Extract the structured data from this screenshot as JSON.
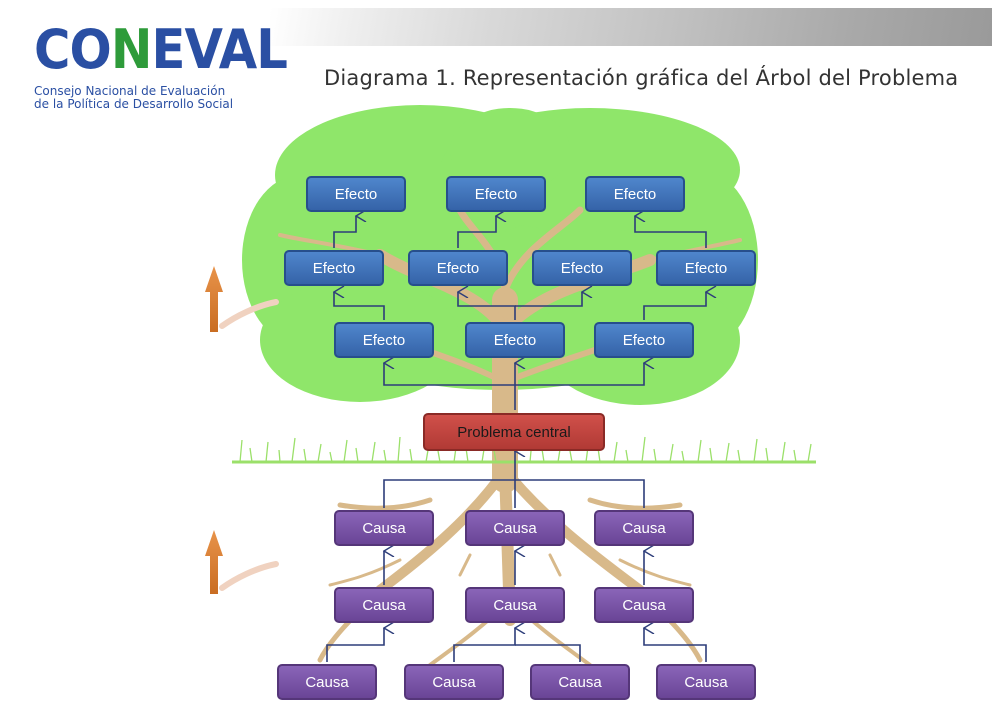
{
  "logo": {
    "name_part1": "CO",
    "name_part2": "N",
    "name_part3": "EVAL",
    "subtitle_line1": "Consejo Nacional de Evaluación",
    "subtitle_line2": "de la Política de Desarrollo Social"
  },
  "title": "Diagrama 1. Representación gráfica del Árbol del Problema",
  "diagram": {
    "effect_label": "Efecto",
    "problem_label": "Problema central",
    "cause_label": "Causa"
  },
  "colors": {
    "effect_fill": "#3f72b8",
    "cause_fill": "#7a55a8",
    "problem_fill": "#c4443f",
    "canopy": "#8fe66a",
    "trunk": "#d8b98a",
    "arrow": "#d9823a",
    "connector": "#2d3d7a"
  }
}
